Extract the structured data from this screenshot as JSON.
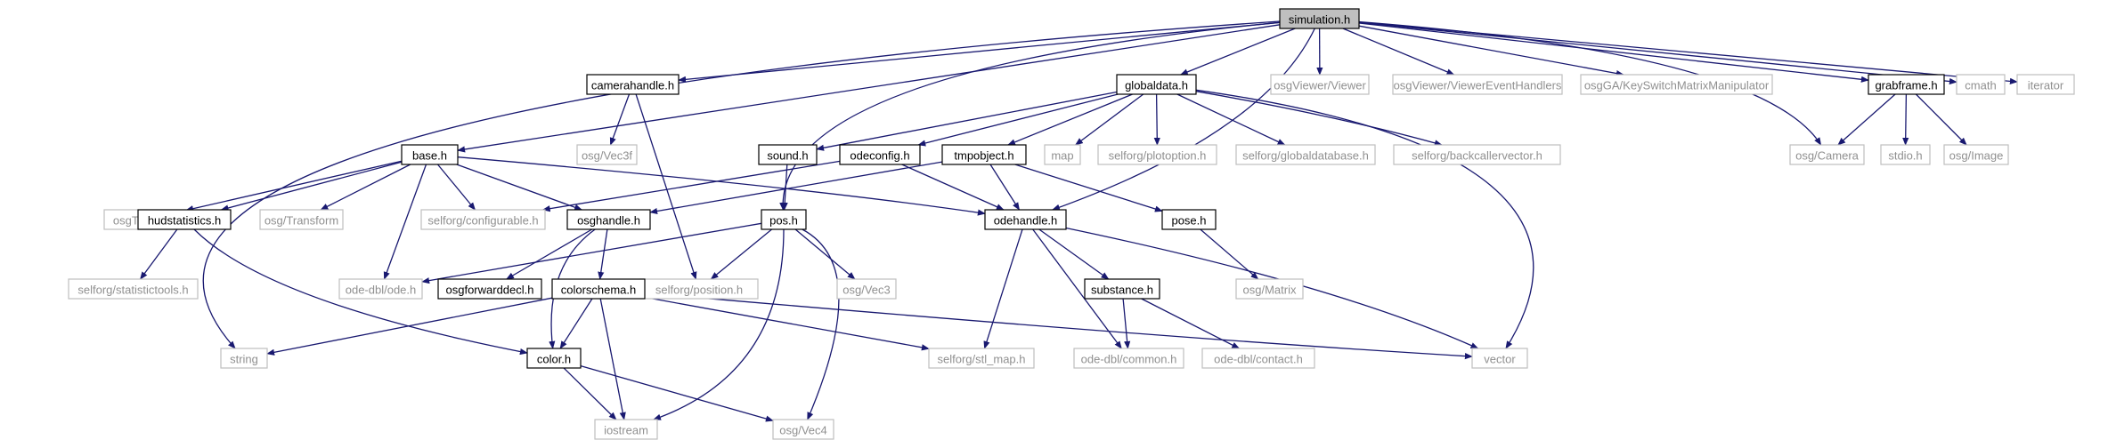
{
  "graph": {
    "colors": {
      "edge": "#191970",
      "root_fill": "#bfbfbf",
      "documented_border": "#000000",
      "external_border": "#bfbfbf",
      "documented_text": "#000000",
      "external_text": "#909090",
      "background": "#ffffff"
    },
    "nodes": [
      {
        "id": "simulation",
        "label": "simulation.h",
        "kind": "root"
      },
      {
        "id": "camerahandle",
        "label": "camerahandle.h",
        "kind": "documented"
      },
      {
        "id": "globaldata",
        "label": "globaldata.h",
        "kind": "documented"
      },
      {
        "id": "osgViewer_Viewer",
        "label": "osgViewer/Viewer",
        "kind": "external"
      },
      {
        "id": "osgViewer_EventHandlers",
        "label": "osgViewer/ViewerEventHandlers",
        "kind": "external"
      },
      {
        "id": "osgGA_KeySwitch",
        "label": "osgGA/KeySwitchMatrixManipulator",
        "kind": "external"
      },
      {
        "id": "grabframe",
        "label": "grabframe.h",
        "kind": "documented"
      },
      {
        "id": "cmath",
        "label": "cmath",
        "kind": "external"
      },
      {
        "id": "iterator",
        "label": "iterator",
        "kind": "external"
      },
      {
        "id": "base",
        "label": "base.h",
        "kind": "documented"
      },
      {
        "id": "osg_Vec3f",
        "label": "osg/Vec3f",
        "kind": "external"
      },
      {
        "id": "sound",
        "label": "sound.h",
        "kind": "documented"
      },
      {
        "id": "odeconfig",
        "label": "odeconfig.h",
        "kind": "documented"
      },
      {
        "id": "tmpobject",
        "label": "tmpobject.h",
        "kind": "documented"
      },
      {
        "id": "map",
        "label": "map",
        "kind": "external"
      },
      {
        "id": "plotoption",
        "label": "selforg/plotoption.h",
        "kind": "external"
      },
      {
        "id": "globaldatabase",
        "label": "selforg/globaldatabase.h",
        "kind": "external"
      },
      {
        "id": "backcallervector",
        "label": "selforg/backcallervector.h",
        "kind": "external"
      },
      {
        "id": "osg_Camera",
        "label": "osg/Camera",
        "kind": "external"
      },
      {
        "id": "stdio",
        "label": "stdio.h",
        "kind": "external"
      },
      {
        "id": "osg_Image",
        "label": "osg/Image",
        "kind": "external"
      },
      {
        "id": "osgText_Text",
        "label": "osgText/Text",
        "kind": "external"
      },
      {
        "id": "hudstatistics",
        "label": "hudstatistics.h",
        "kind": "documented"
      },
      {
        "id": "osg_Transform",
        "label": "osg/Transform",
        "kind": "external"
      },
      {
        "id": "configurable",
        "label": "selforg/configurable.h",
        "kind": "external"
      },
      {
        "id": "osghandle",
        "label": "osghandle.h",
        "kind": "documented"
      },
      {
        "id": "pos",
        "label": "pos.h",
        "kind": "documented"
      },
      {
        "id": "odehandle",
        "label": "odehandle.h",
        "kind": "documented"
      },
      {
        "id": "pose",
        "label": "pose.h",
        "kind": "documented"
      },
      {
        "id": "statistictools",
        "label": "selforg/statistictools.h",
        "kind": "external"
      },
      {
        "id": "ode_dbl_ode",
        "label": "ode-dbl/ode.h",
        "kind": "external"
      },
      {
        "id": "osgforwarddecl",
        "label": "osgforwarddecl.h",
        "kind": "documented"
      },
      {
        "id": "position",
        "label": "selforg/position.h",
        "kind": "external"
      },
      {
        "id": "osg_Vec3",
        "label": "osg/Vec3",
        "kind": "external"
      },
      {
        "id": "osg_Matrix",
        "label": "osg/Matrix",
        "kind": "external"
      },
      {
        "id": "colorschema",
        "label": "colorschema.h",
        "kind": "documented"
      },
      {
        "id": "substance",
        "label": "substance.h",
        "kind": "documented"
      },
      {
        "id": "string",
        "label": "string",
        "kind": "external"
      },
      {
        "id": "color",
        "label": "color.h",
        "kind": "documented"
      },
      {
        "id": "stl_map",
        "label": "selforg/stl_map.h",
        "kind": "external"
      },
      {
        "id": "ode_common",
        "label": "ode-dbl/common.h",
        "kind": "external"
      },
      {
        "id": "ode_contact",
        "label": "ode-dbl/contact.h",
        "kind": "external"
      },
      {
        "id": "vector",
        "label": "vector",
        "kind": "external"
      },
      {
        "id": "iostream",
        "label": "iostream",
        "kind": "external"
      },
      {
        "id": "osg_Vec4",
        "label": "osg/Vec4",
        "kind": "external"
      }
    ],
    "edges": [
      [
        "simulation",
        "camerahandle"
      ],
      [
        "simulation",
        "globaldata"
      ],
      [
        "simulation",
        "osgViewer_Viewer"
      ],
      [
        "simulation",
        "osgViewer_EventHandlers"
      ],
      [
        "simulation",
        "osgGA_KeySwitch"
      ],
      [
        "simulation",
        "grabframe"
      ],
      [
        "simulation",
        "cmath"
      ],
      [
        "simulation",
        "iterator"
      ],
      [
        "simulation",
        "base"
      ],
      [
        "simulation",
        "string"
      ],
      [
        "simulation",
        "pos"
      ],
      [
        "simulation",
        "osg_Camera"
      ],
      [
        "simulation",
        "odehandle"
      ],
      [
        "camerahandle",
        "osg_Vec3f"
      ],
      [
        "camerahandle",
        "position"
      ],
      [
        "globaldata",
        "sound"
      ],
      [
        "globaldata",
        "odeconfig"
      ],
      [
        "globaldata",
        "tmpobject"
      ],
      [
        "globaldata",
        "map"
      ],
      [
        "globaldata",
        "plotoption"
      ],
      [
        "globaldata",
        "globaldatabase"
      ],
      [
        "globaldata",
        "backcallervector"
      ],
      [
        "globaldata",
        "vector"
      ],
      [
        "grabframe",
        "osg_Camera"
      ],
      [
        "grabframe",
        "stdio"
      ],
      [
        "grabframe",
        "osg_Image"
      ],
      [
        "base",
        "osgText_Text"
      ],
      [
        "base",
        "hudstatistics"
      ],
      [
        "base",
        "osg_Transform"
      ],
      [
        "base",
        "configurable"
      ],
      [
        "base",
        "osghandle"
      ],
      [
        "base",
        "ode_dbl_ode"
      ],
      [
        "base",
        "odehandle"
      ],
      [
        "sound",
        "pos"
      ],
      [
        "odeconfig",
        "configurable"
      ],
      [
        "odeconfig",
        "odehandle"
      ],
      [
        "tmpobject",
        "osghandle"
      ],
      [
        "tmpobject",
        "odehandle"
      ],
      [
        "tmpobject",
        "pose"
      ],
      [
        "hudstatistics",
        "statistictools"
      ],
      [
        "hudstatistics",
        "color"
      ],
      [
        "osghandle",
        "osgforwarddecl"
      ],
      [
        "osghandle",
        "colorschema"
      ],
      [
        "osghandle",
        "color"
      ],
      [
        "pos",
        "ode_dbl_ode"
      ],
      [
        "pos",
        "position"
      ],
      [
        "pos",
        "osg_Vec3"
      ],
      [
        "pos",
        "iostream"
      ],
      [
        "pos",
        "osg_Vec4"
      ],
      [
        "odehandle",
        "substance"
      ],
      [
        "odehandle",
        "stl_map"
      ],
      [
        "odehandle",
        "ode_common"
      ],
      [
        "odehandle",
        "vector"
      ],
      [
        "pose",
        "osg_Matrix"
      ],
      [
        "colorschema",
        "string"
      ],
      [
        "colorschema",
        "color"
      ],
      [
        "colorschema",
        "stl_map"
      ],
      [
        "colorschema",
        "iostream"
      ],
      [
        "colorschema",
        "vector"
      ],
      [
        "substance",
        "ode_common"
      ],
      [
        "substance",
        "ode_contact"
      ],
      [
        "color",
        "iostream"
      ],
      [
        "color",
        "osg_Vec4"
      ]
    ]
  }
}
